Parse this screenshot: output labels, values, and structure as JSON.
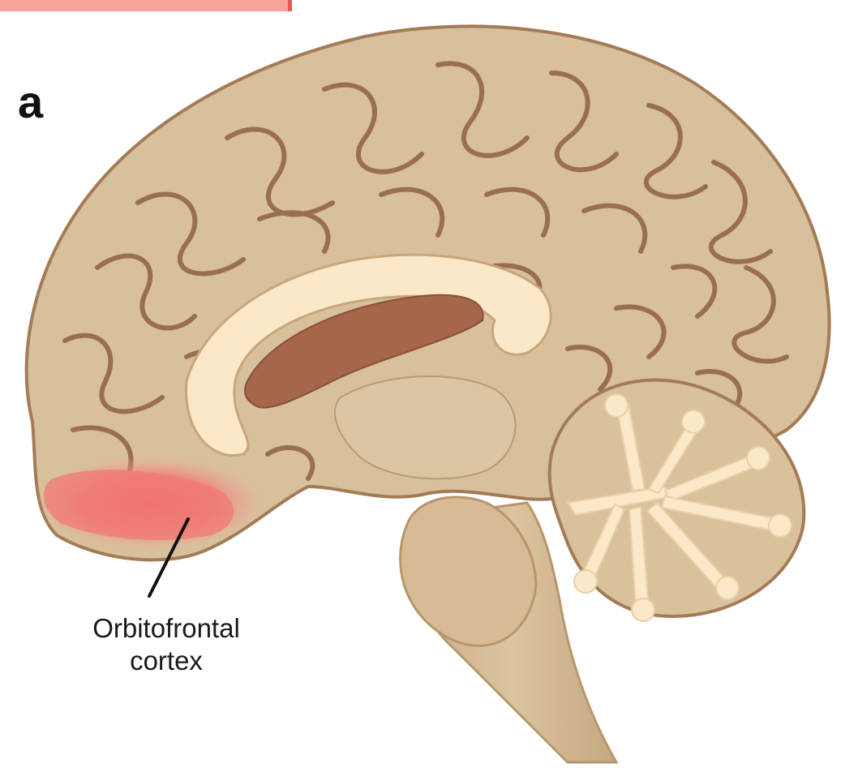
{
  "figure": {
    "panel_label": "a",
    "callout": {
      "line1": "Orbitofrontal",
      "line2": "cortex"
    }
  },
  "colors": {
    "cortex": "#d8c09c",
    "sulcus": "#9a6f4e",
    "highlight": "#f07a74",
    "white_matter": "#fbe8c8",
    "ventricle": "#a5664a",
    "brainstem": "#cfb48e"
  }
}
